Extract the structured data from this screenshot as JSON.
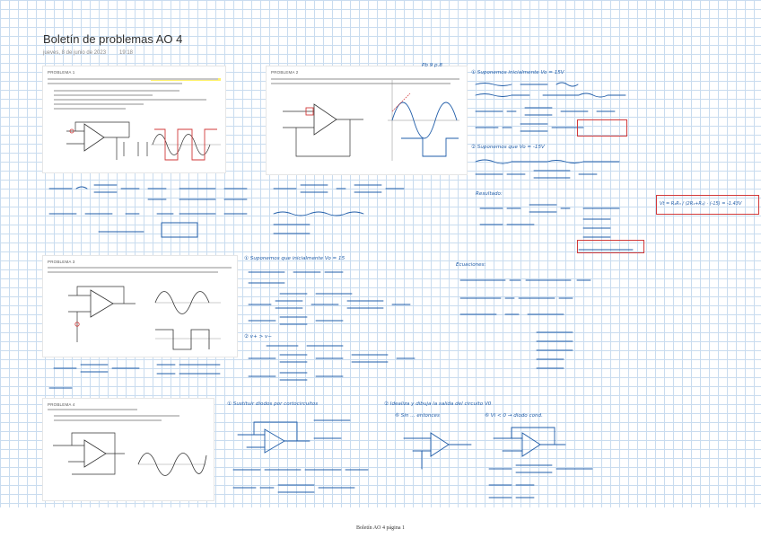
{
  "page": {
    "title": "Boletín de problemas AO 4",
    "date": "jueves, 8 de junio de 2023",
    "time": "19:18",
    "footer": "Boletín AO 4 página 1"
  },
  "problems": [
    {
      "heading": "PROBLEMA 1"
    },
    {
      "heading": "PROBLEMA 2"
    },
    {
      "heading": "PROBLEMA 3"
    },
    {
      "heading": "PROBLEMA 4"
    }
  ],
  "notes": {
    "p2_mark": "Pb 9 p.8",
    "suppose_1": "① Suponemos inicialmente Vo = 15V",
    "suppose_2": "② Suponemos que Vo = -15V",
    "result_red": "Vt = R₂R₃ / (2R₁+R₂) · (-15) = -1.43V",
    "p3_suppose": "① Suponemos que inicialmente Vo = 15",
    "p3_second": "②  v+ > v−",
    "p4_step1": "① Sustituir diodos por cortocircuitos",
    "p4_step2": "② Idealiza y dibuja la salida del circuito V0",
    "p4_sub1": "⑥ Sin ... entonces",
    "p4_sub2": "⑥ Vi < 0 → diodo cond.",
    "label_resultados": "Resultado:",
    "label_ecuaciones": "Ecuaciones:"
  },
  "colors": {
    "ink": "#1f5ca8",
    "grid": "#c9dcef",
    "highlight": "#fff06a",
    "box": "#d23a3a"
  }
}
